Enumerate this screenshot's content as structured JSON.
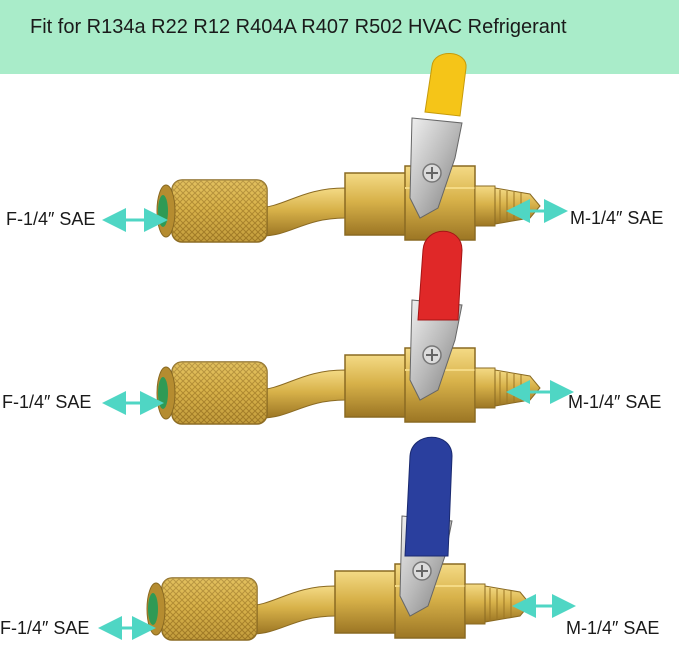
{
  "banner": {
    "text": "Fit for R134a R22 R12 R404A R407 R502 HVAC Refrigerant",
    "color": "#a9ecc9"
  },
  "valves": [
    {
      "handle_color": "#f5c518",
      "left_label": "F-1/4″ SAE",
      "right_label": "M-1/4″ SAE"
    },
    {
      "handle_color": "#e02828",
      "left_label": "F-1/4″ SAE",
      "right_label": "M-1/4″ SAE"
    },
    {
      "handle_color": "#2a3f9e",
      "left_label": "F-1/4″ SAE",
      "right_label": "M-1/4″ SAE"
    }
  ],
  "colors": {
    "brass": "#d8b24a",
    "brass_dark": "#a6802a",
    "arrow": "#4fd6c4",
    "seal": "#2f9a55"
  }
}
